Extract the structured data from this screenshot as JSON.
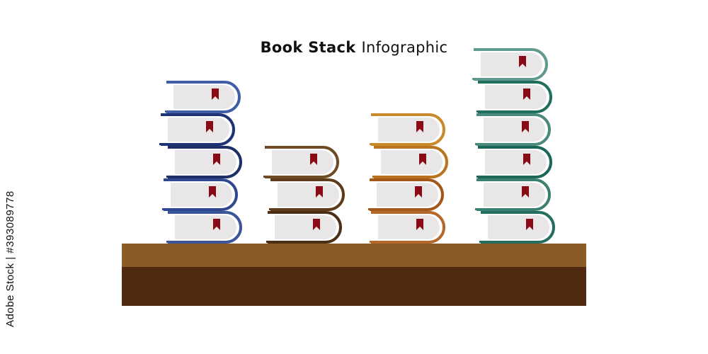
{
  "title": {
    "bold": "Book Stack",
    "regular": "Infographic"
  },
  "side_text": "Adobe Stock | #393089778",
  "colors": {
    "table_top": "#8a5a29",
    "table_front": "#4f2910",
    "page": "#e9e6e8",
    "bookmark": "#8b0b14"
  },
  "stacks": [
    {
      "id": "stack-1",
      "books": 5,
      "colors": [
        "#3f5ea6",
        "#1e3376",
        "#1d2f66",
        "#2f4890",
        "#3a5699"
      ]
    },
    {
      "id": "stack-2",
      "books": 3,
      "colors": [
        "#6e4a25",
        "#5e3b1a",
        "#4c2e14"
      ]
    },
    {
      "id": "stack-3",
      "books": 4,
      "colors": [
        "#c98a2e",
        "#b8741f",
        "#a3581a",
        "#b4682a"
      ]
    },
    {
      "id": "stack-4",
      "books": 6,
      "colors": [
        "#5e9a8e",
        "#1f6e5e",
        "#4a8a7c",
        "#1c6657",
        "#3b7f71",
        "#236e5f"
      ]
    }
  ]
}
